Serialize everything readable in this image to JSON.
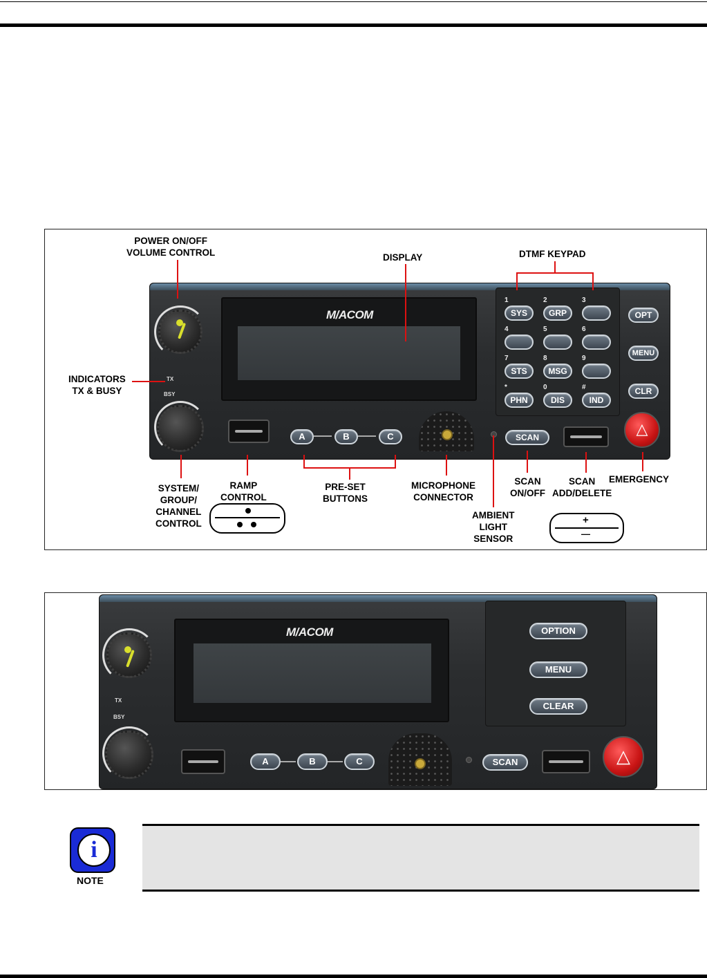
{
  "figure1": {
    "labels": {
      "power": "POWER ON/OFF\nVOLUME CONTROL",
      "display": "DISPLAY",
      "dtmf": "DTMF KEYPAD",
      "indicators": "INDICATORS\nTX & BUSY",
      "system": "SYSTEM/\nGROUP/\nCHANNEL\nCONTROL",
      "ramp": "RAMP\nCONTROL",
      "preset": "PRE-SET\nBUTTONS",
      "microphone": "MICROPHONE\nCONNECTOR",
      "ambient": "AMBIENT\nLIGHT\nSENSOR",
      "scan_onoff": "SCAN\nON/OFF",
      "scan_adddelete": "SCAN\nADD/DELETE",
      "emergency": "EMERGENCY"
    },
    "brand": "M/ACOM",
    "tx": "TX",
    "bsy": "BSY",
    "keys": [
      {
        "num": "1",
        "label": "SYS"
      },
      {
        "num": "2",
        "label": "GRP"
      },
      {
        "num": "3",
        "label": ""
      },
      {
        "num": "4",
        "label": ""
      },
      {
        "num": "5",
        "label": ""
      },
      {
        "num": "6",
        "label": ""
      },
      {
        "num": "7",
        "label": "STS"
      },
      {
        "num": "8",
        "label": "MSG"
      },
      {
        "num": "9",
        "label": ""
      },
      {
        "num": "*",
        "label": "PHN"
      },
      {
        "num": "0",
        "label": "DIS"
      },
      {
        "num": "#",
        "label": "IND"
      }
    ],
    "side_keys": [
      "OPT",
      "MENU",
      "CLR"
    ],
    "presets": [
      "A",
      "B",
      "C"
    ],
    "scan": "SCAN",
    "plus": "+",
    "minus": "—"
  },
  "figure2": {
    "brand": "M/ACOM",
    "tx": "TX",
    "bsy": "BSY",
    "side_keys": [
      "OPTION",
      "MENU",
      "CLEAR"
    ],
    "presets": [
      "A",
      "B",
      "C"
    ],
    "scan": "SCAN"
  },
  "note": {
    "icon_label": "NOTE",
    "text": ""
  },
  "colors": {
    "leader_lines": "#dd1111",
    "note_background": "#e4e4e4",
    "emergency": "#c81414"
  }
}
